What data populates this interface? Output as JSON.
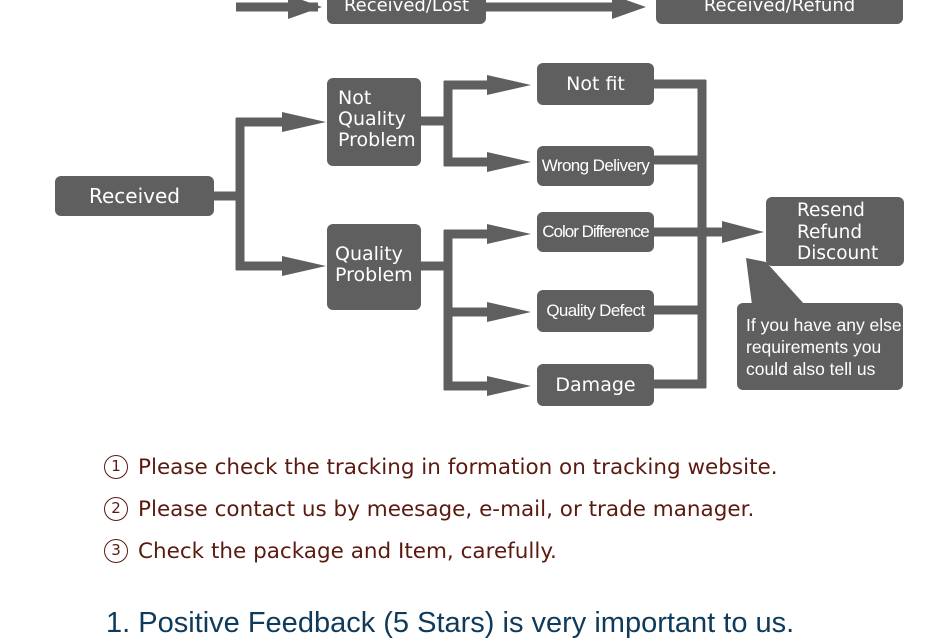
{
  "flow": {
    "top_box_left": "Received/Lost",
    "top_box_right": "Received/Refund",
    "received": "Received",
    "not_quality": [
      "Not",
      "Quality",
      "Problem"
    ],
    "quality": [
      "Quality",
      "Problem"
    ],
    "not_fit": "Not fit",
    "wrong_delivery": "Wrong Delivery",
    "color_difference": "Color Difference",
    "quality_defect": "Quality Defect",
    "damage": "Damage",
    "outcome": [
      "Resend",
      "Refund",
      "Discount"
    ],
    "note": [
      "If you have any else",
      "requirements you",
      "could also tell us"
    ],
    "box_color": "#5f5f5f",
    "arrow_color": "#5f5f5f"
  },
  "steps": [
    {
      "num": "1",
      "text": "Please check the tracking in formation on tracking website."
    },
    {
      "num": "2",
      "text": "Please contact us by meesage, e-mail, or trade manager."
    },
    {
      "num": "3",
      "text": "Check the package and Item, carefully."
    }
  ],
  "step_color": "#5b1a10",
  "feedback": "1. Positive Feedback (5 Stars) is very important to us.",
  "feedback_color": "#0e3a5b"
}
